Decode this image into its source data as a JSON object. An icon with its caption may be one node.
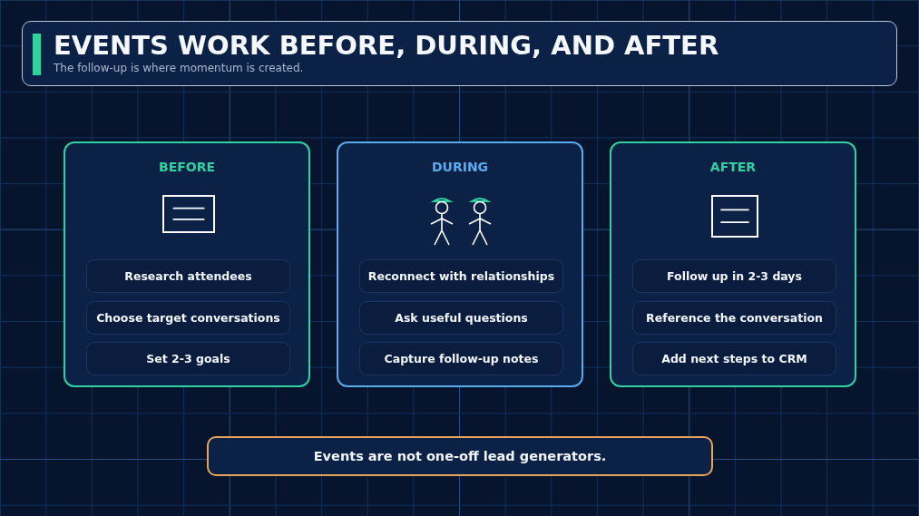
{
  "diagram": {
    "title": "EVENTS WORK BEFORE, DURING, AND AFTER",
    "nodes": [
      {
        "text": [
          "BEFORE"
        ]
      },
      {
        "text": [
          "Research attendees"
        ],
        "in": 0
      },
      {
        "text": [
          "Choose target conversations"
        ],
        "in": 0
      },
      {
        "text": [
          "Set 2-3 goals"
        ],
        "in": 0
      },
      {
        "text": [
          "DURING"
        ]
      },
      {
        "text": [
          "Reconnect with relationships"
        ],
        "in": 4
      },
      {
        "text": [
          "Ask useful questions"
        ],
        "in": 4
      },
      {
        "text": [
          "Capture follow-up notes"
        ],
        "in": 4
      },
      {
        "text": [
          "AFTER"
        ]
      },
      {
        "text": [
          "Follow up in 2-3 days"
        ],
        "in": 8
      },
      {
        "text": [
          "Reference the conversation"
        ],
        "in": 8
      },
      {
        "text": [
          "Add next steps to CRM"
        ],
        "in": 8
      },
      {
        "text": [
          "Events are not one-off lead generators."
        ]
      }
    ],
    "labels": [
      "The follow-up is where momentum is created."
    ]
  }
}
